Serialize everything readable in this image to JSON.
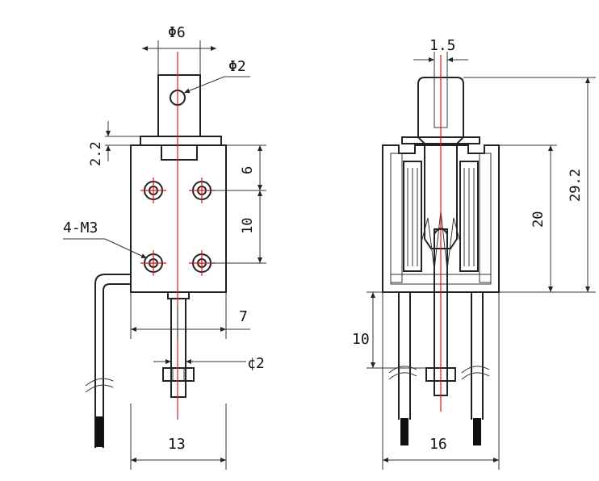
{
  "front_view": {
    "labels": {
      "top_dia": "Φ6",
      "hole_dia": "Φ2",
      "flange": "2.2",
      "hole_offset": "6",
      "hole_spacing": "10",
      "threads": "4-M3",
      "plunger_offset": "7",
      "rod_dia": "¢2",
      "width": "13"
    }
  },
  "section_view": {
    "labels": {
      "slot": "1.5",
      "total_height": "29.2",
      "body_height": "20",
      "rod_ext": "10",
      "width": "16"
    }
  },
  "colors": {
    "line": "#222222",
    "center": "#e01818"
  }
}
